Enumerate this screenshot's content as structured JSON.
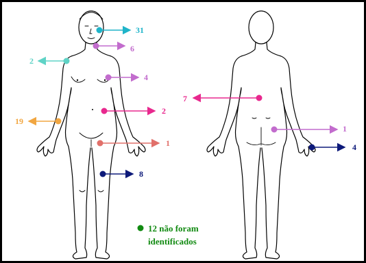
{
  "colors": {
    "cyan": "#1fb4c9",
    "violet": "#c26ccd",
    "turquoise": "#5fd3c6",
    "magenta": "#e8288e",
    "orange": "#f1a641",
    "salmon": "#e1706a",
    "navy": "#0d1a7a",
    "green": "#118a11"
  },
  "front": {
    "labels": {
      "face": "31",
      "neck": "6",
      "arm": "2",
      "breast": "4",
      "abdomen": "2",
      "forearm": "19",
      "thigh": "1",
      "leg": "8"
    }
  },
  "back": {
    "labels": {
      "back": "7",
      "buttock": "1",
      "hand": "4"
    }
  },
  "note": {
    "line1": "12 não foram",
    "line2": "identificados"
  }
}
